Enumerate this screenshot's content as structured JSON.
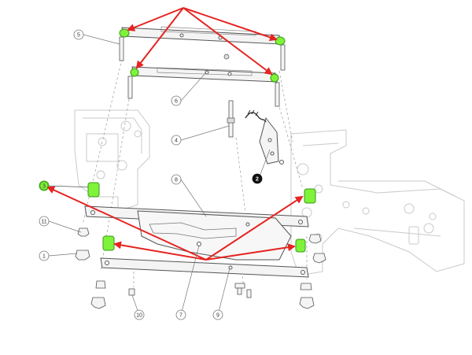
{
  "diagram": {
    "callouts": [
      {
        "id": "c5",
        "label": "5"
      },
      {
        "id": "c6",
        "label": "6"
      },
      {
        "id": "c4",
        "label": "4"
      },
      {
        "id": "c2",
        "label": "2"
      },
      {
        "id": "c8",
        "label": "8"
      },
      {
        "id": "c3",
        "label": "3"
      },
      {
        "id": "c11",
        "label": "11"
      },
      {
        "id": "c1",
        "label": "1"
      },
      {
        "id": "c10",
        "label": "10"
      },
      {
        "id": "c7",
        "label": "7"
      },
      {
        "id": "c9",
        "label": "9"
      }
    ],
    "colors": {
      "highlight": "#7ff23a",
      "highlight_stroke": "#3a9a14",
      "arrow": "#e52421",
      "line": "#555555",
      "faint": "#c9c9c9",
      "part_fill": "#f4f4f4"
    },
    "icons": [
      "arrow-icon",
      "bushing-icon",
      "callout-circle-icon"
    ]
  }
}
